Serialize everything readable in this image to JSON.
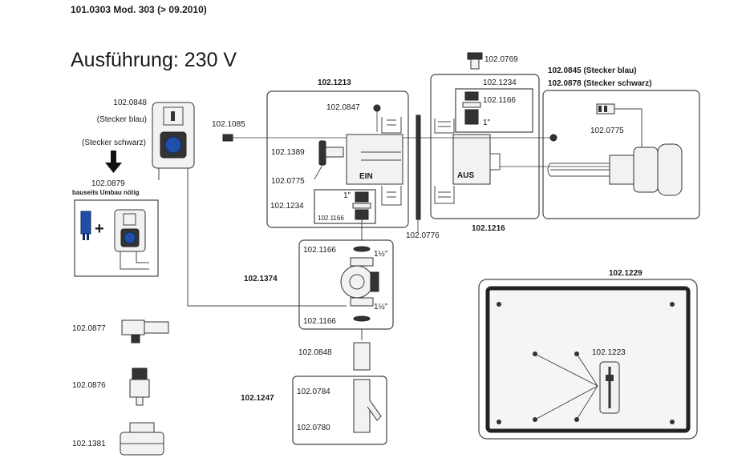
{
  "header": "101.0303 Mod. 303 (> 09.2010)",
  "title": "Ausführung: 230 V",
  "parts": {
    "controller_plug_blue_code": "102.0848",
    "controller_plug_blue_desc": "(Stecker blau)",
    "plug_black_desc": "(Stecker schwarz)",
    "conversion_code": "102.0879",
    "conversion_desc": "bauseits Umbau nötig",
    "pin_left": "102.1085",
    "group_ein": "102.1213",
    "ein_top_small": "102.0847",
    "ein_sensor": "102.1389",
    "ein_sensor_seal": "102.0775",
    "ein_fitting": "102.1234",
    "ein_fitting_small": "102.1166",
    "ein_inch": "1\"",
    "ein_label": "EIN",
    "seal_ring": "102.0776",
    "group_aus": "102.1216",
    "aus_top": "102.0769",
    "aus_fitting": "102.1234",
    "aus_fitting_small": "102.1166",
    "aus_inch": "1\"",
    "aus_label": "AUS",
    "heater_blue": "102.0845 (Stecker blau)",
    "heater_black": "102.0878 (Stecker schwarz)",
    "heater_seal": "102.0775",
    "pump_group": "102.1374",
    "pump_seal_top": "102.1166",
    "pump_seal_bottom": "102.1166",
    "pump_inch_top": "1½\"",
    "pump_inch_bottom": "1½\"",
    "nipple": "102.0848",
    "valve_group": "102.1247",
    "valve_top": "102.0784",
    "valve_bottom": "102.0780",
    "left_part_1": "102.0877",
    "left_part_2": "102.0876",
    "left_part_3": "102.1381",
    "panel_group": "102.1229",
    "panel_gauge": "102.1223"
  }
}
